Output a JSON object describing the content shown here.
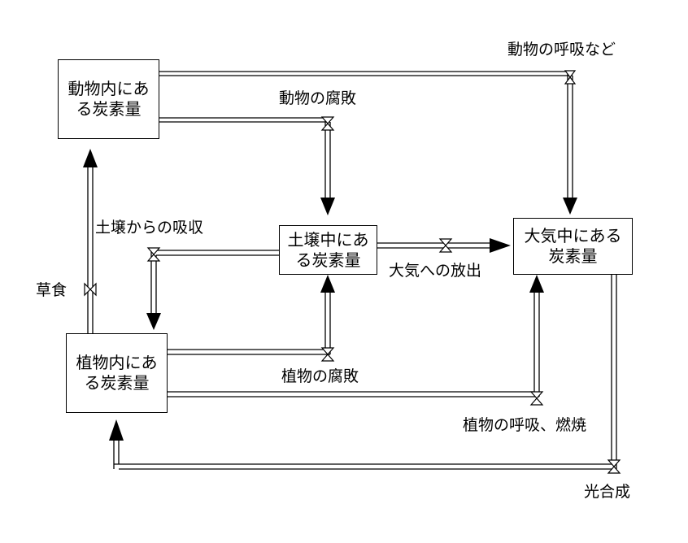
{
  "colors": {
    "line": "#000000",
    "background": "#ffffff"
  },
  "stocks": {
    "animal": "動物内にある炭素量",
    "animal_line1": "動物内にあ",
    "animal_line2": "る炭素量",
    "plant": "植物内にある炭素量",
    "plant_line1": "植物内にあ",
    "plant_line2": "る炭素量",
    "soil": "土壌中にある炭素量",
    "soil_line1": "土壌中にあ",
    "soil_line2": "る炭素量",
    "atmosphere": "大気中にある炭素量",
    "atmosphere_line1": "大気中にある",
    "atmosphere_line2": "炭素量"
  },
  "flows": {
    "animal_respiration": "動物の呼吸など",
    "animal_decay": "動物の腐敗",
    "soil_absorption": "土壌からの吸収",
    "grazing": "草食",
    "release_to_atmosphere": "大気への放出",
    "plant_decay": "植物の腐敗",
    "plant_respiration_combustion": "植物の呼吸、燃焼",
    "photosynthesis": "光合成"
  }
}
